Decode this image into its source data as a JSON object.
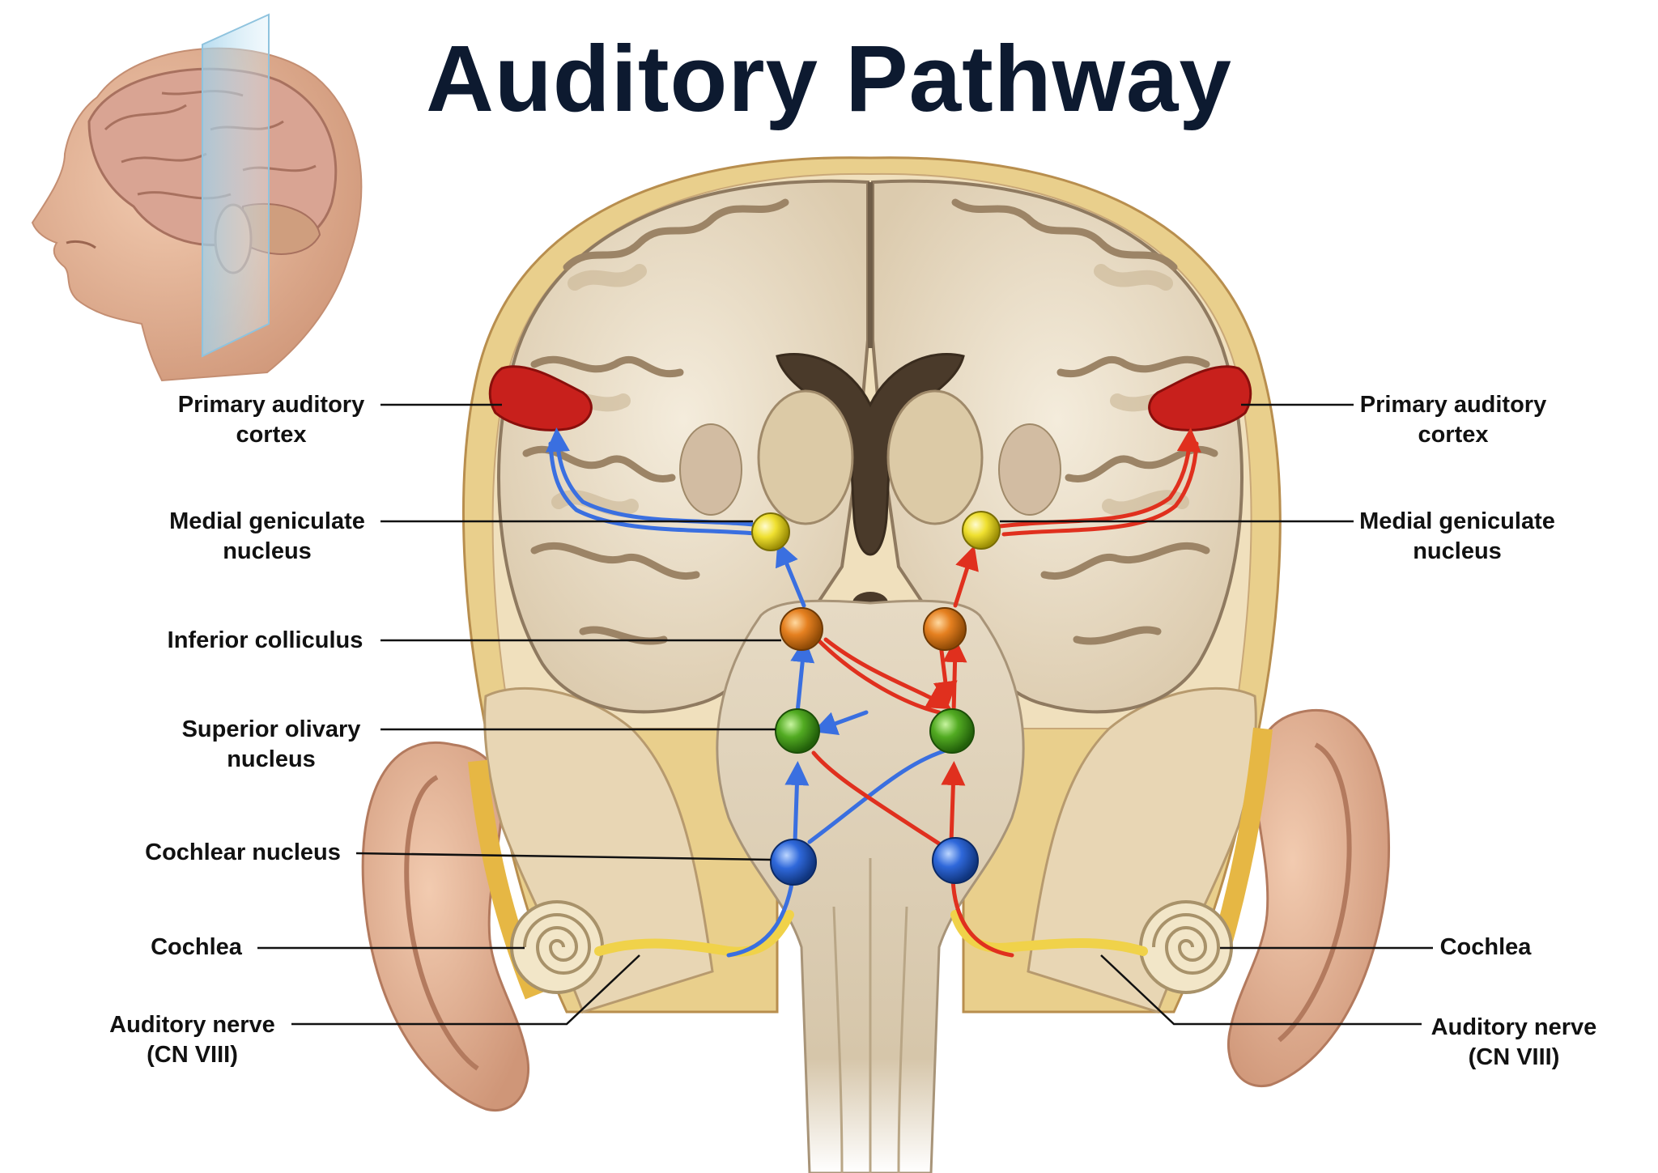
{
  "title": "Auditory Pathway",
  "labels": {
    "left": {
      "primary_auditory_cortex": [
        "Primary auditory",
        "cortex"
      ],
      "medial_geniculate_nucleus": [
        "Medial geniculate",
        "nucleus"
      ],
      "inferior_colliculus": [
        "Inferior colliculus"
      ],
      "superior_olivary_nucleus": [
        "Superior olivary",
        "nucleus"
      ],
      "cochlear_nucleus": [
        "Cochlear nucleus"
      ],
      "cochlea": [
        "Cochlea"
      ],
      "auditory_nerve": [
        "Auditory nerve",
        "(CN VIII)"
      ]
    },
    "right": {
      "primary_auditory_cortex": [
        "Primary auditory",
        "cortex"
      ],
      "medial_geniculate_nucleus": [
        "Medial geniculate",
        "nucleus"
      ],
      "cochlea": [
        "Cochlea"
      ],
      "auditory_nerve": [
        "Auditory nerve",
        "(CN VIII)"
      ]
    }
  },
  "colors": {
    "left_pathway": "#3a6fe0",
    "right_pathway": "#e0301e",
    "cortex_highlight": "#c8201c",
    "medial_geniculate": "#e8d81a",
    "inferior_colliculus": "#e07a18",
    "superior_olivary": "#4aa61e",
    "cochlear_nucleus": "#2d64d8",
    "nerve": "#f0d24a",
    "brain_tissue": "#eadfcb",
    "skull": "#e8c77a",
    "skin": "#e8b89a",
    "title": "#0d1a30"
  }
}
